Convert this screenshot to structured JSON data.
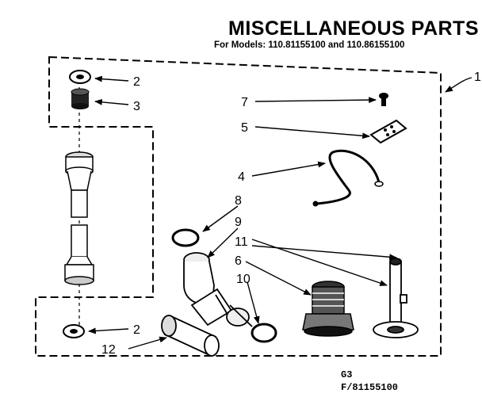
{
  "title": "MISCELLANEOUS PARTS",
  "subtitle": "For Models: 110.81155100 and 110.86155100",
  "footer": {
    "line1": "G3",
    "line2": "F/81155100"
  },
  "callouts": {
    "c1": "1",
    "c2a": "2",
    "c3": "3",
    "c7": "7",
    "c5": "5",
    "c4": "4",
    "c8": "8",
    "c9": "9",
    "c11": "11",
    "c6": "6",
    "c10": "10",
    "c2b": "2",
    "c12": "12"
  }
}
